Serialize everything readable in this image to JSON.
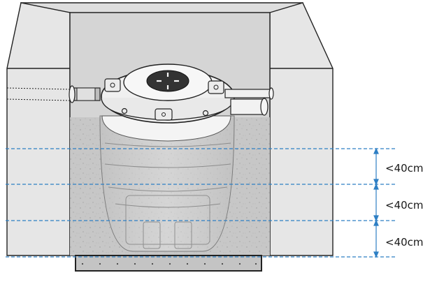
{
  "diagram": {
    "measurements": [
      {
        "label": "<40cm"
      },
      {
        "label": "<40cm"
      },
      {
        "label": "<40cm"
      }
    ],
    "colors": {
      "pit_wall": "#d9d9d9",
      "pit_side": "#e4e4e4",
      "backfill": "#c9c9c9",
      "guide_line": "#2e7fc4",
      "outline": "#222222",
      "tank_body": "#f2f2f2"
    },
    "icons": [
      "septic-tank-illustration",
      "inlet-pipe",
      "outlet-pipe",
      "dimension-arrow"
    ]
  }
}
